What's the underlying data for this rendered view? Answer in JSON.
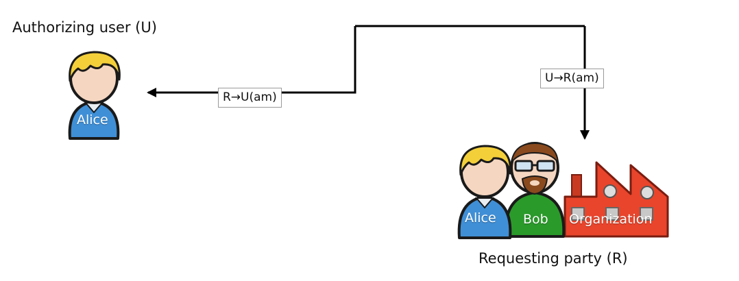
{
  "authorizing_user": {
    "title": "Authorizing user (U)",
    "avatar_label": "Alice"
  },
  "requesting_party": {
    "title": "Requesting party (R)",
    "members": [
      "Alice",
      "Bob",
      "Organization"
    ]
  },
  "edges": {
    "r_to_u": "R→U(am)",
    "u_to_r": "U→R(am)"
  },
  "colors": {
    "alice_shirt": "#3f8fd6",
    "bob_shirt": "#2a9a2a",
    "organization_building": "#e8452c",
    "hair_blonde": "#f3cf3a",
    "line": "#000000"
  },
  "icons": [
    "person-alice-icon",
    "person-bob-icon",
    "factory-icon"
  ]
}
